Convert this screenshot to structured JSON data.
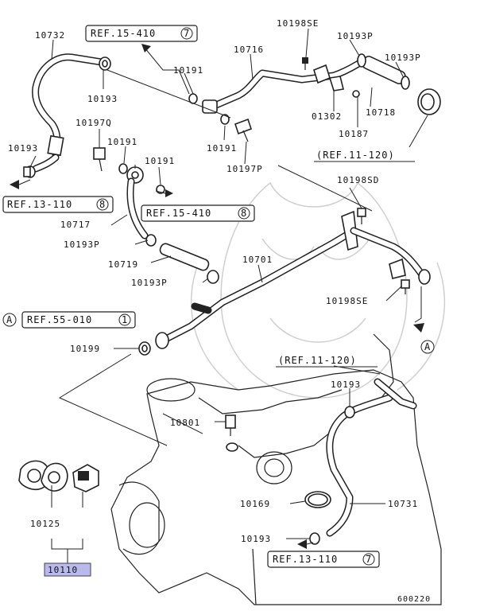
{
  "parts": {
    "p10732": "10732",
    "p10193_a": "10193",
    "p10191_a": "10191",
    "p10716": "10716",
    "p10198SE_top": "10198SE",
    "p10193P_top1": "10193P",
    "p10193P_top2": "10193P",
    "p01302": "01302",
    "p10718": "10718",
    "p10187": "10187",
    "p10197Q": "10197Q",
    "p10191_b": "10191",
    "p10191_c": "10191",
    "p10193_left": "10193",
    "p10191_d": "10191",
    "p10197P": "10197P",
    "p10198SD": "10198SD",
    "p10717": "10717",
    "p10193P_mid1": "10193P",
    "p10719": "10719",
    "p10701": "10701",
    "p10193P_mid2": "10193P",
    "p10198SE_mid": "10198SE",
    "p10199": "10199",
    "p10193_right": "10193",
    "p10801": "10801",
    "p10169": "10169",
    "p10731": "10731",
    "p10125": "10125",
    "p10193_bottom": "10193",
    "p10110": "10110"
  },
  "refs": {
    "ref_15_410_top": {
      "text": "REF.15-410",
      "num": "7"
    },
    "ref_11_120_top": {
      "text": "(REF.11-120)"
    },
    "ref_13_110_left": {
      "text": "REF.13-110",
      "num": "8"
    },
    "ref_15_410_mid": {
      "text": "REF.15-410",
      "num": "8"
    },
    "ref_55_010": {
      "text": "REF.55-010",
      "num": "1"
    },
    "ref_11_120_mid": {
      "text": "(REF.11-120)"
    },
    "ref_13_110_bottom": {
      "text": "REF.13-110",
      "num": "7"
    }
  },
  "connectors": {
    "a_left": "A",
    "a_right": "A"
  },
  "diagram_code": "600220",
  "colors": {
    "highlight": "#b9b9ee",
    "line": "#222222"
  }
}
